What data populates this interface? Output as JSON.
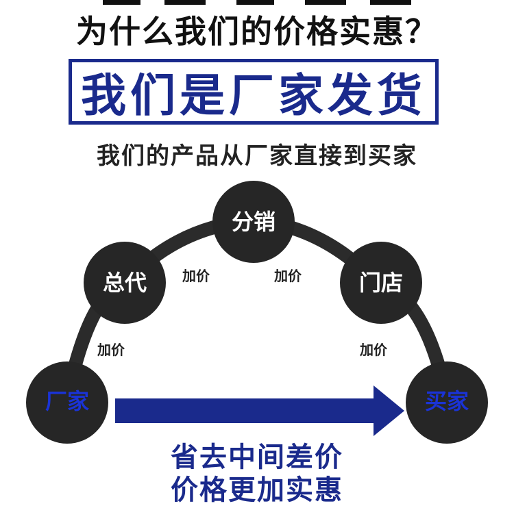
{
  "title": "为什么我们的价格实惠？",
  "banner": "我们是厂家发货",
  "subtitle": "我们的产品从厂家直接到买家",
  "nodes": {
    "factory": "厂家",
    "general_agent": "总代",
    "distribution": "分销",
    "store": "门店",
    "buyer": "买家"
  },
  "edges": {
    "factory_to_general": "加价",
    "general_to_distribution": "加价",
    "distribution_to_store": "加价",
    "store_to_buyer": "加价"
  },
  "bottom": {
    "line1": "省去中间差价",
    "line2": "价格更加实惠"
  },
  "colors": {
    "navy": "#1a2a8c",
    "blue_text": "#1a33d6",
    "node_fill": "#262626",
    "arc": "#2b2b2b"
  }
}
